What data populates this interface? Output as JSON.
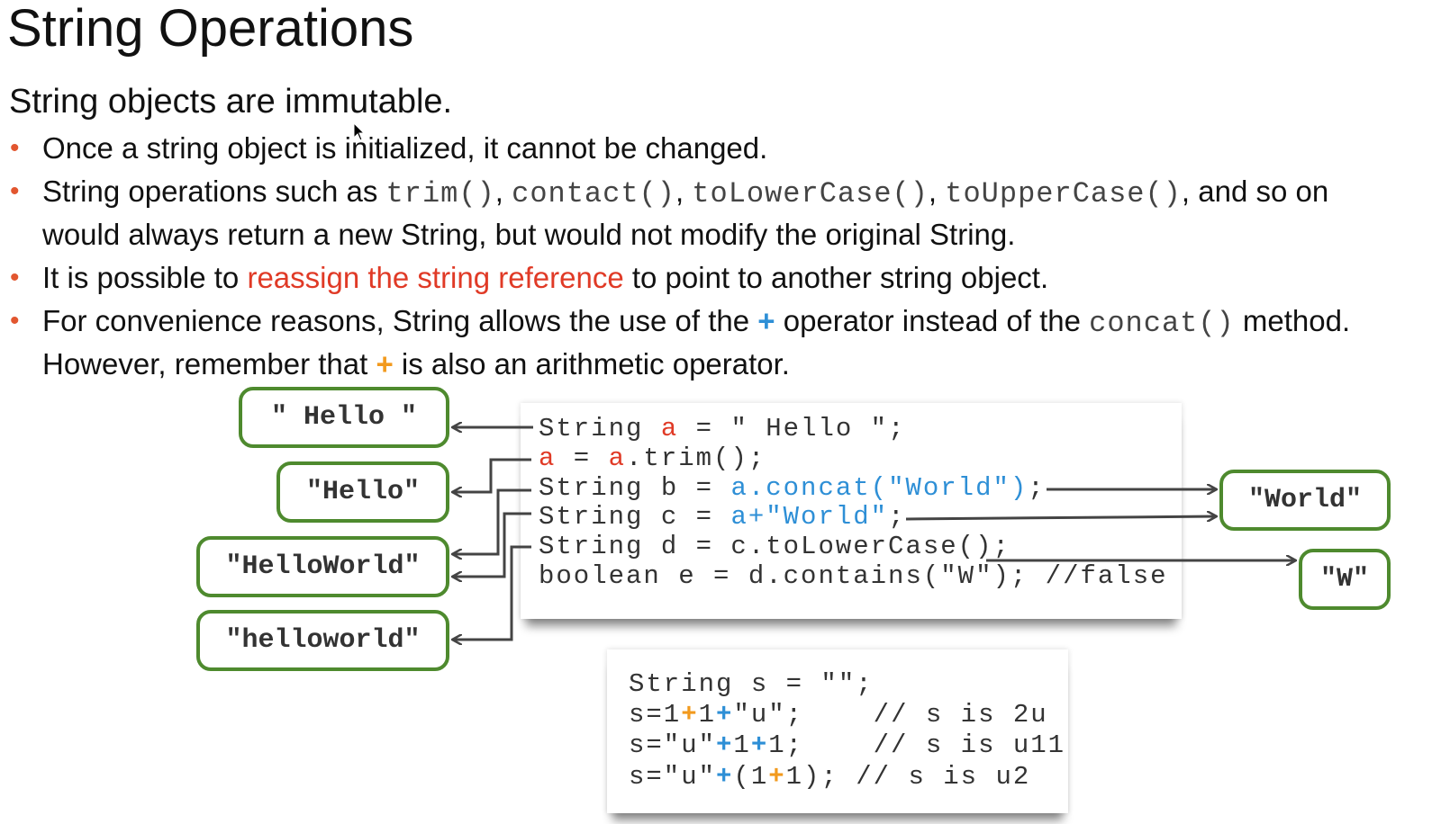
{
  "slide": {
    "title": "String Operations",
    "subtitle": "String objects are immutable."
  },
  "bullets": {
    "b1": "Once a string object is initialized, it cannot be changed.",
    "b2_prefix": "String operations such as ",
    "b2_code1": "trim()",
    "b2_sep1": ", ",
    "b2_code2": "contact()",
    "b2_sep2": ", ",
    "b2_code3": "toLowerCase()",
    "b2_sep3": ", ",
    "b2_code4": "toUpperCase()",
    "b2_suffix": ", and so on would always return a new String, but would not modify the original String.",
    "b3_prefix": "It is possible to ",
    "b3_highlight": "reassign the string reference",
    "b3_suffix": " to point to another string object.",
    "b4_prefix": "For convenience reasons, String allows the use of the ",
    "b4_plus1": "+",
    "b4_mid": " operator instead of the ",
    "b4_code": "concat()",
    "b4_line2_prefix": " method. However, remember that ",
    "b4_plus2": "+",
    "b4_suffix": " is also an arithmetic operator."
  },
  "value_boxes": {
    "hello_spaced": "\" Hello \"",
    "hello": "\"Hello\"",
    "helloworld": "\"HelloWorld\"",
    "helloworld_lower": "\"helloworld\"",
    "world": "\"World\"",
    "w": "\"W\""
  },
  "code1": {
    "l1_a": "String ",
    "l1_b": "a",
    "l1_c": " = \" Hello \";",
    "l2_a": "a",
    "l2_b": " = ",
    "l2_c": "a",
    "l2_d": ".trim();",
    "l3_a": "String b = ",
    "l3_b": "a.concat(\"World\")",
    "l3_c": ";",
    "l4_a": "String c = ",
    "l4_b": "a+\"World\"",
    "l4_c": ";",
    "l5": "String d = c.toLowerCase();",
    "l6": "boolean e = d.contains(\"W\"); //false"
  },
  "code2": {
    "l1": "String s = \"\";",
    "l2_a": "s=1",
    "l2_b": "+",
    "l2_c": "1",
    "l2_d": "+",
    "l2_e": "\"u\";    // s is 2u",
    "l3_a": "s=\"u\"",
    "l3_b": "+",
    "l3_c": "1",
    "l3_d": "+",
    "l3_e": "1;    // s is u11",
    "l4_a": "s=\"u\"",
    "l4_b": "+",
    "l4_c": "(1",
    "l4_d": "+",
    "l4_e": "1); // s is u2"
  },
  "colors": {
    "bullet_dot": "#e2562f",
    "highlight_red": "#e03a26",
    "code_blue": "#2e8fd6",
    "plus_orange": "#f29a1e",
    "box_green": "#4e8a2e",
    "arrow_gray": "#444444"
  },
  "icons": {
    "cursor": "mouse-pointer-icon"
  }
}
